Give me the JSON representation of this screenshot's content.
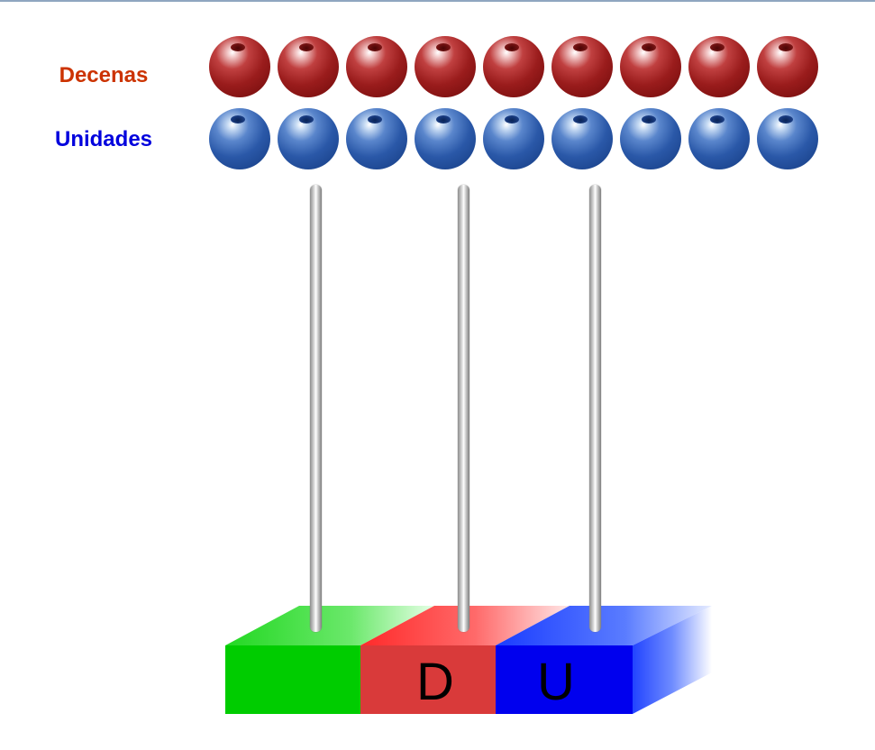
{
  "labels": {
    "tens": "Decenas",
    "units": "Unidades"
  },
  "beads": {
    "tens_count": 9,
    "units_count": 9,
    "tens_color": "#8b1414",
    "units_color": "#1f4fa3"
  },
  "abacus": {
    "place_letters": [
      "",
      "D",
      "U"
    ],
    "segment_colors": [
      "#00cc00",
      "#d93a3a",
      "#0000ee"
    ],
    "rod_count": 3
  },
  "colors": {
    "tens_label": "#cc3300",
    "units_label": "#0000dd"
  }
}
